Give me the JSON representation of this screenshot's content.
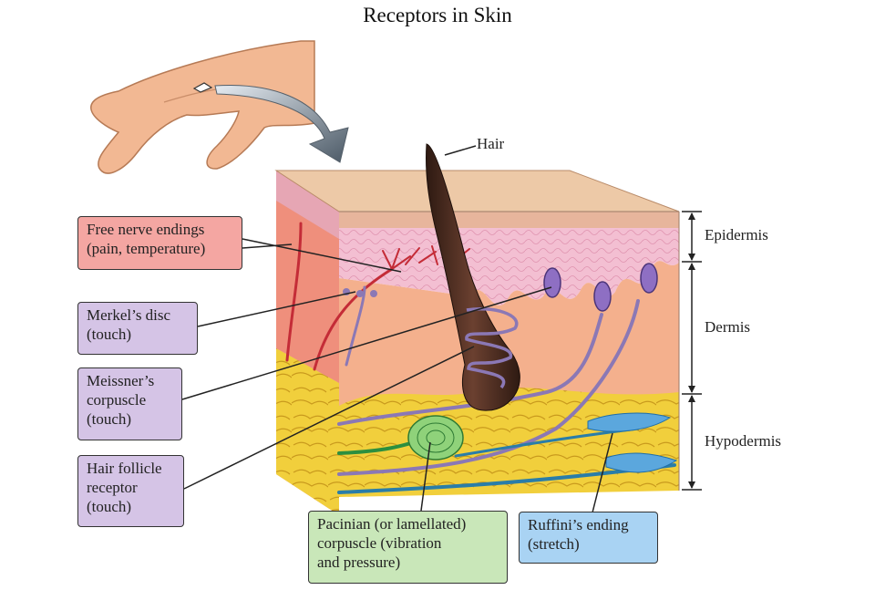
{
  "title": "Receptors in Skin",
  "hair_label": "Hair",
  "receptors": [
    {
      "lines": [
        "Free nerve endings",
        "(pain, temperature)"
      ],
      "color": "#f4a6a2"
    },
    {
      "lines": [
        "Merkel’s disc",
        "(touch)"
      ],
      "color": "#d5c4e6"
    },
    {
      "lines": [
        "Meissner’s",
        "corpuscle",
        "(touch)"
      ],
      "color": "#d5c4e6"
    },
    {
      "lines": [
        "Hair follicle",
        "receptor",
        "(touch)"
      ],
      "color": "#d5c4e6"
    },
    {
      "lines": [
        "Pacinian (or lamellated)",
        "corpuscle (vibration",
        "and pressure)"
      ],
      "color": "#c9e7b9"
    },
    {
      "lines": [
        "Ruffini’s ending",
        "(stretch)"
      ],
      "color": "#a9d3f3"
    }
  ],
  "layers": [
    "Epidermis",
    "Dermis",
    "Hypodermis"
  ]
}
